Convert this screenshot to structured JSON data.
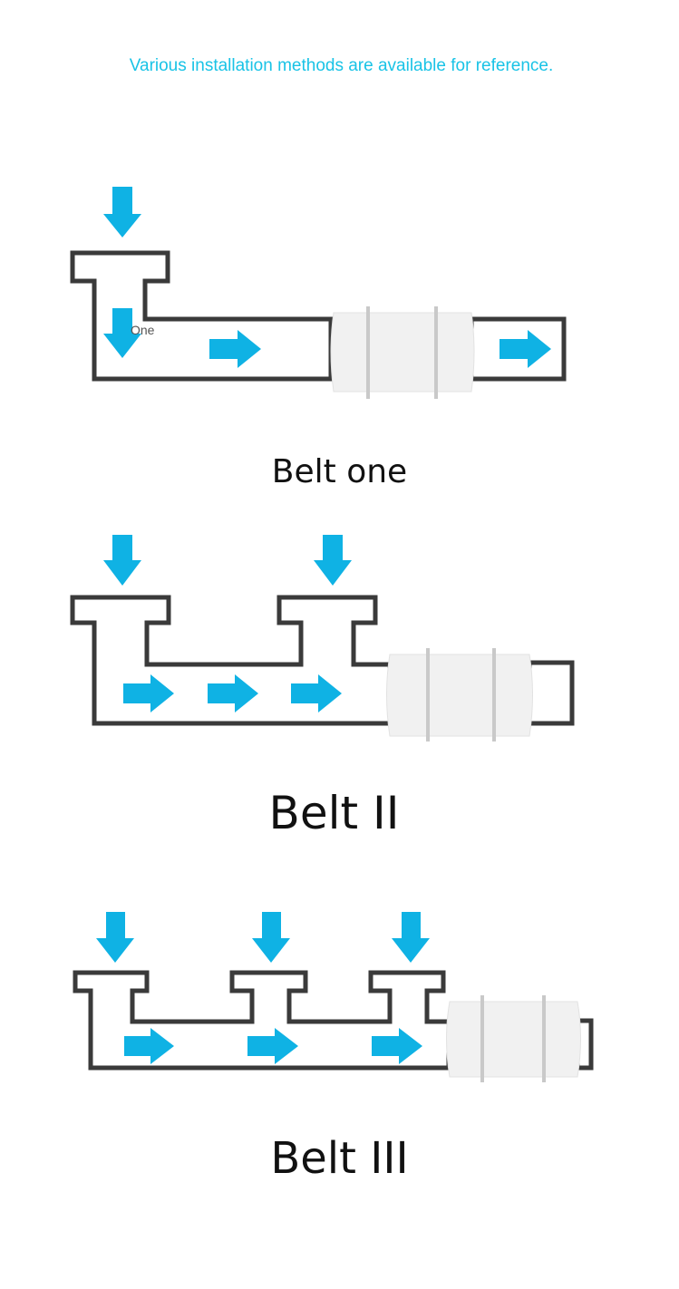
{
  "header": {
    "note": "Various installation methods are available for reference."
  },
  "diagrams": [
    {
      "caption": "Belt one",
      "inner_label": "One"
    },
    {
      "caption": "Belt II"
    },
    {
      "caption": "Belt III"
    }
  ],
  "colors": {
    "note_text": "#19c3e6",
    "arrow": "#0fb2e4",
    "pipe_outline": "#3a3a3a",
    "fan": "#f1f1f1"
  },
  "icons": {
    "flow_arrow": "arrow-icon",
    "inline_fan": "fan-icon"
  }
}
